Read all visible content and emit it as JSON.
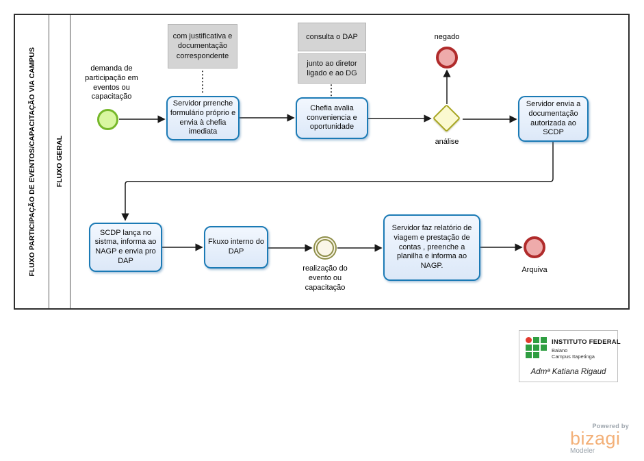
{
  "diagram": {
    "pool_title": "FLUXO PARTICIPAÇÃO DE EVENTOS/CAPACITAÇÃO VIA CAMPUS",
    "lane_title": "FLUXO GERAL"
  },
  "events": {
    "start": {
      "label": "demanda de participação em eventos ou capacitação"
    },
    "gateway": {
      "label": "análise"
    },
    "negado": {
      "label": "negado"
    },
    "intermediate": {
      "label": "realização do evento ou capacitação"
    },
    "arquiva": {
      "label": "Arquiva"
    }
  },
  "tasks": [
    {
      "label": "Servidor prrenche formulário próprio e envia à chefia imediata"
    },
    {
      "label": "Chefia avalia conveniencia e oportunidade"
    },
    {
      "label": "Servidor envia a documentação autorizada ao SCDP"
    },
    {
      "label": "SCDP lança no sistma, informa ao NAGP e envia pro DAP"
    },
    {
      "label": "Fkuxo interno do DAP"
    },
    {
      "label": "Servidor faz relatório de viagem e prestação de contas , preenche a planilha e informa ao NAGP."
    }
  ],
  "annotations": [
    {
      "label": "com justificativa e documentação correspondente"
    },
    {
      "label": "consulta o DAP"
    },
    {
      "label": "junto ao diretor ligado e ao DG"
    }
  ],
  "branding": {
    "institution": {
      "name": "INSTITUTO FEDERAL",
      "sub1": "Baiano",
      "sub2": "Campus Itapetinga",
      "signature": "Admª Katiana Rigaud"
    },
    "bizagi": {
      "powered_by": "Powered by",
      "brand": "bizagi",
      "product": "Modeler"
    }
  },
  "colors": {
    "task_border": "#1b7ab5",
    "task_fill": "#e3edfa",
    "start_border": "#76b82a",
    "start_fill": "#d9f7a1",
    "end_border": "#b02b2b",
    "end_fill": "#eeabab",
    "gateway_border": "#a8a622",
    "gateway_fill": "#fbf9d0",
    "intermediate_border": "#8f8f4a",
    "intermediate_fill": "#faf6e8",
    "annotation_fill": "#d4d4d4",
    "bizagi_orange": "#f3b078"
  }
}
